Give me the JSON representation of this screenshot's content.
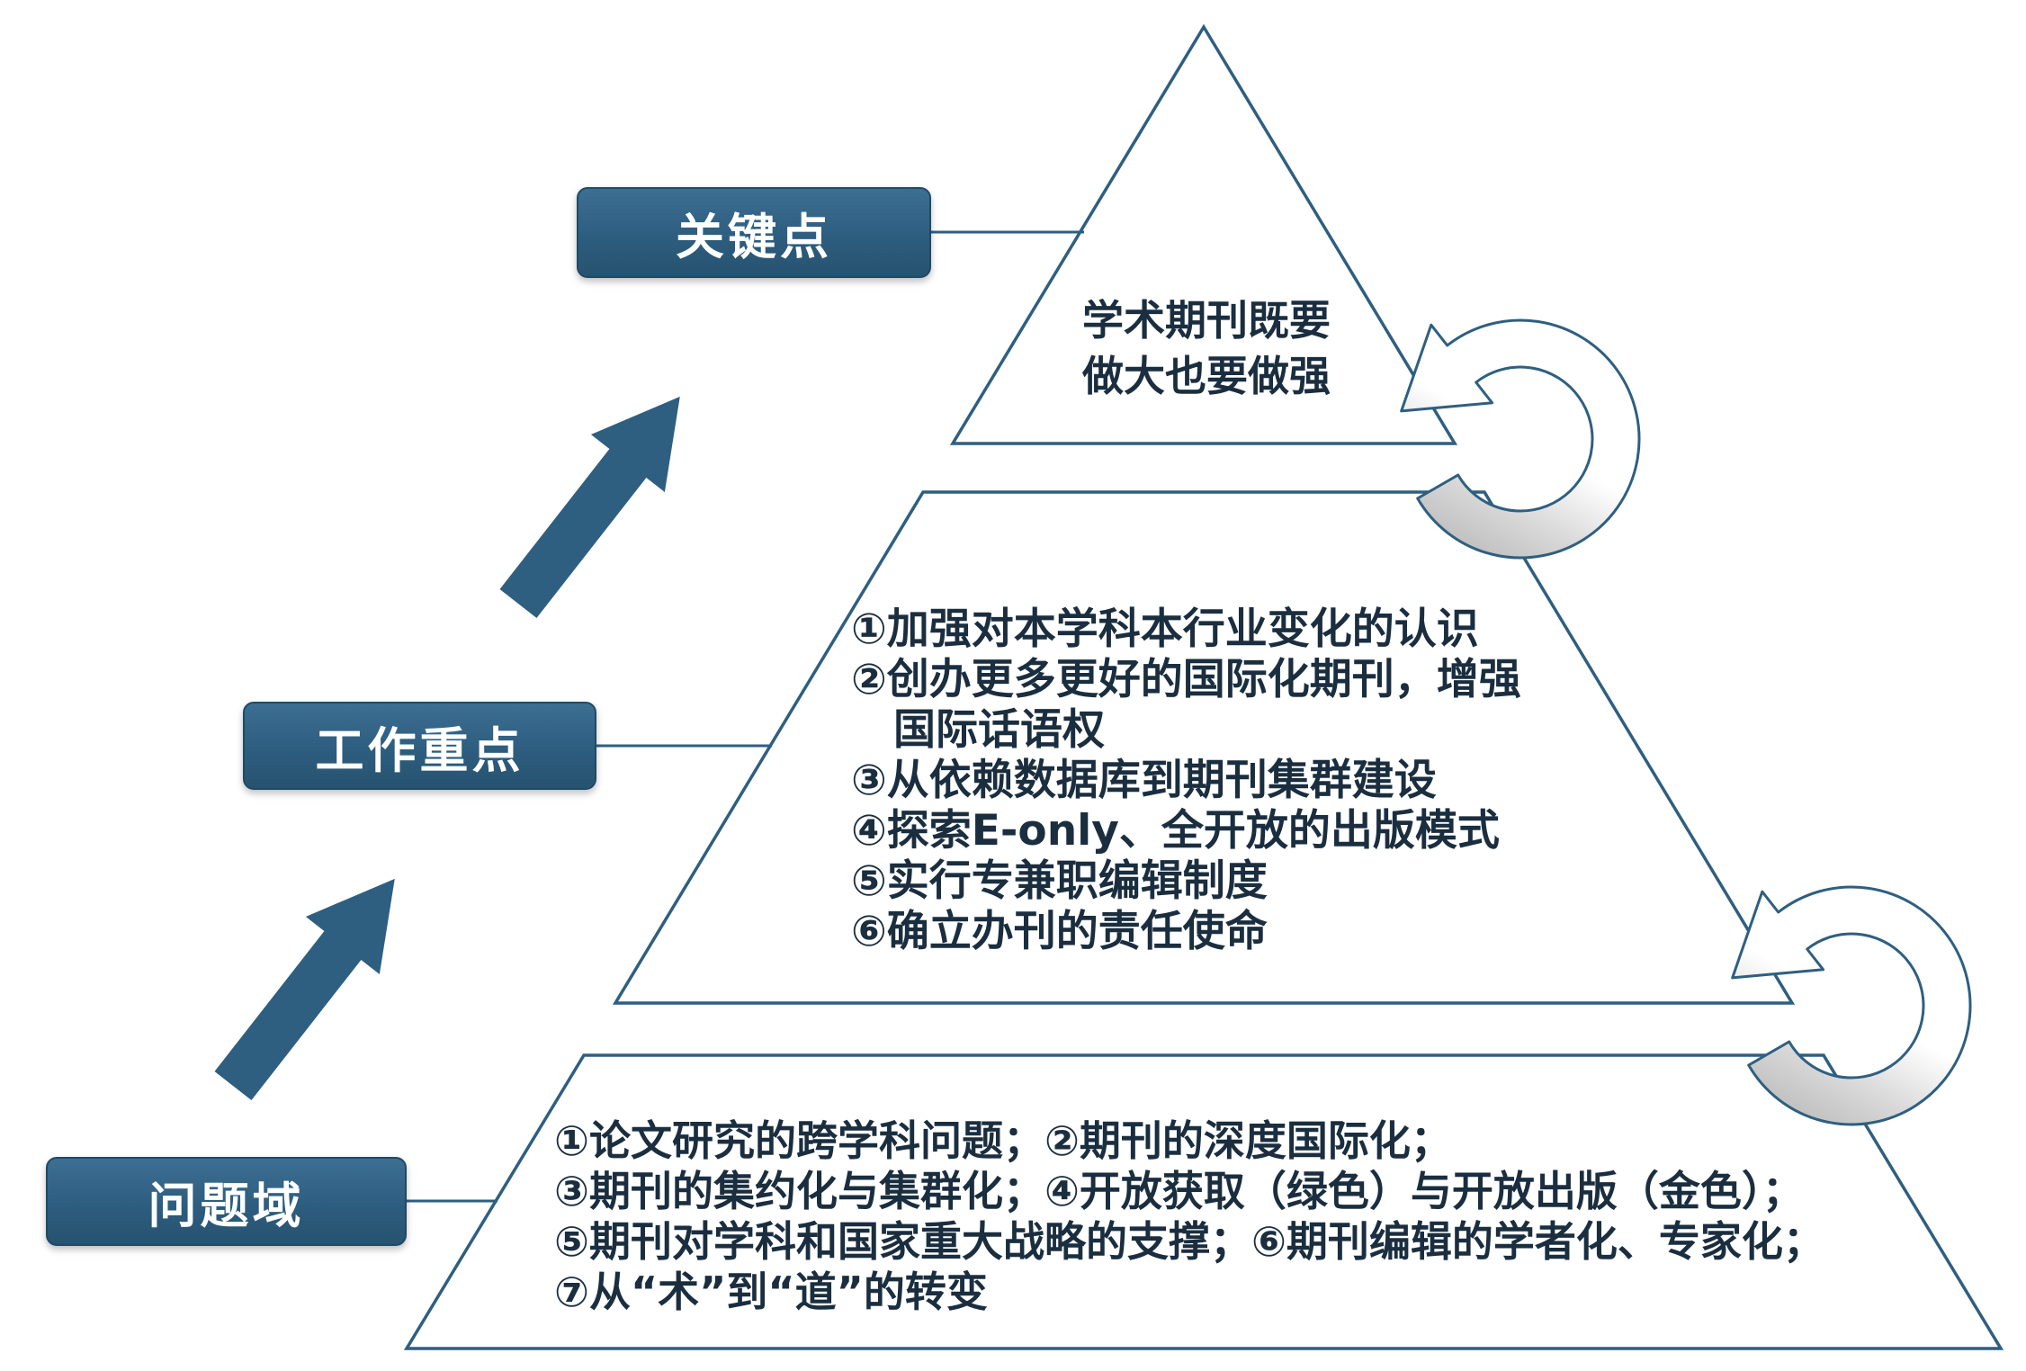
{
  "colors": {
    "primary": "#2e5f80",
    "label_background": "#2d5d7f",
    "band_gray": "#aeaeae",
    "text_dark": "#1a2e3f"
  },
  "icons": {
    "up_arrow": "up-right-block-arrow",
    "cycle_arrow": "circular-swoosh-arrow"
  },
  "side_labels": {
    "key_point": "关键点",
    "work_focus": "工作重点",
    "problem_domain": "问题域"
  },
  "pyramid": {
    "tier_top": {
      "lines": [
        "学术期刊既要",
        "做大也要做强"
      ]
    },
    "tier_middle": {
      "lines": [
        "①加强对本学科本行业变化的认识",
        "②创办更多更好的国际化期刊，增强",
        "　国际话语权",
        "③从依赖数据库到期刊集群建设",
        "④探索E-only、全开放的出版模式",
        "⑤实行专兼职编辑制度",
        "⑥确立办刊的责任使命"
      ]
    },
    "tier_bottom": {
      "lines": [
        "①论文研究的跨学科问题；②期刊的深度国际化；",
        "③期刊的集约化与集群化；④开放获取（绿色）与开放出版（金色）；",
        "⑤期刊对学科和国家重大战略的支撑；⑥期刊编辑的学者化、专家化；",
        "⑦从“术”到“道”的转变"
      ]
    }
  }
}
